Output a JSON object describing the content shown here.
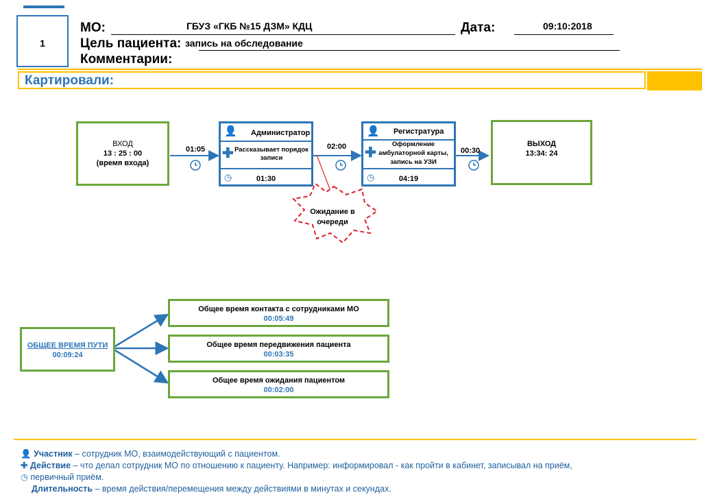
{
  "header": {
    "page_number": "1",
    "mo_label": "МО:",
    "mo_value": "ГБУЗ «ГКБ №15 ДЗМ» КДЦ",
    "date_label": "Дата:",
    "date_value": "09:10:2018",
    "goal_label": "Цель пациента:",
    "goal_value": "запись на обследование",
    "comments_label": "Комментарии:",
    "mapped_label": "Картировали:"
  },
  "flow": {
    "entry": {
      "title": "ВХОД",
      "time": "13 : 25 : 00",
      "note": "(время входа)"
    },
    "step1_travel": "01:05",
    "admin": {
      "title": "Администратор",
      "action": "Рассказывает порядок записи",
      "duration": "01:30"
    },
    "step2_travel": "02:00",
    "registry": {
      "title": "Регистратура",
      "action": "Оформление амбулаторной карты, запись на УЗИ",
      "duration": "04:19"
    },
    "step3_travel": "00:30",
    "exit": {
      "title": "ВЫХОД",
      "time": "13:34: 24"
    },
    "waiting": "Ожидание в очереди"
  },
  "summary": {
    "total_label": "ОБЩЕЕ ВРЕМЯ ПУТИ",
    "total_value": "00:09:24",
    "contact_label": "Общее время контакта с сотрудниками МО",
    "contact_value": "00:05:49",
    "movement_label": "Общее время передвижения пациента",
    "movement_value": "00:03:35",
    "waiting_label": "Общее время ожидания пациентом",
    "waiting_value": "00:02:00"
  },
  "legend": {
    "participant_term": "Участник",
    "participant_desc": " – сотрудник МО, взаимодействующий с пациентом.",
    "action_term": "Действие",
    "action_desc": " – что делал сотрудник МО по отношению к пациенту. Например: информировал - как пройти в кабинет, записывал на приём,",
    "action_desc2": "первичный приём.",
    "duration_term": "Длительность",
    "duration_desc": " – время действия/перемещения между действиями в минутах и секундах."
  },
  "colors": {
    "blue": "#2e75b6",
    "green": "#6aa63a",
    "yellow": "#ffc000",
    "red": "#e0202a"
  }
}
